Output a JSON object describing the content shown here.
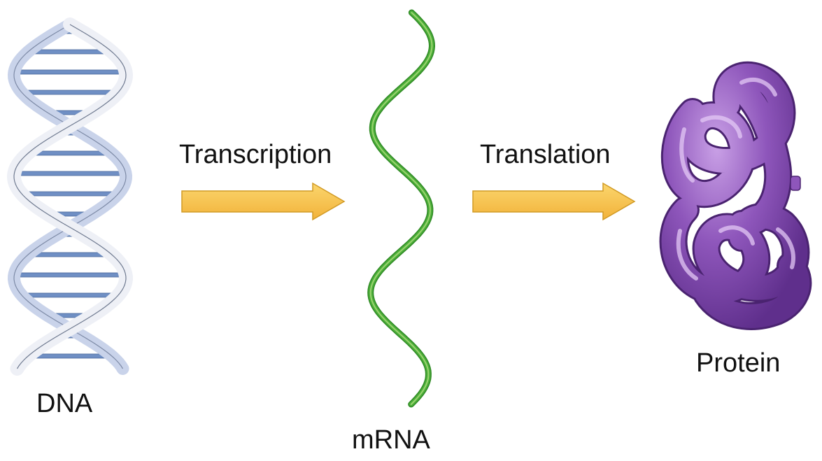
{
  "molecules": {
    "dna": {
      "label": "DNA",
      "icon": "dna-double-helix-icon"
    },
    "mrna": {
      "label": "mRNA",
      "icon": "mrna-strand-icon"
    },
    "protein": {
      "label": "Protein",
      "icon": "folded-protein-icon"
    }
  },
  "processes": {
    "transcription": {
      "label": "Transcription",
      "icon": "right-arrow-icon"
    },
    "translation": {
      "label": "Translation",
      "icon": "right-arrow-icon"
    }
  },
  "colors": {
    "dna_backbone": "#eef0f6",
    "dna_backbone_shadow": "#c9d3ea",
    "dna_base_pair": "#6f8fc4",
    "mrna": "#4cae3a",
    "mrna_light": "#9ad46f",
    "protein": "#8e56bb",
    "protein_highlight": "#c9a0e6",
    "arrow_fill": "#f6c54a",
    "arrow_stroke": "#d19a24"
  }
}
